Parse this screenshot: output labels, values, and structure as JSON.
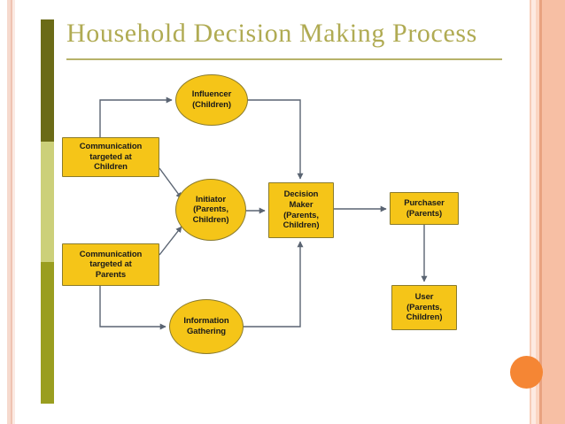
{
  "slide": {
    "title": "Household Decision Making Process",
    "background_color": "#ffffff"
  },
  "theme": {
    "accent_bar_top_color": "#6b6b17",
    "accent_bar_mid_color": "#ccd07a",
    "accent_bar_bottom_color": "#9a9e20",
    "title_color": "#b0ab53",
    "title_rule_color": "#b7b26a",
    "node_fill_color": "#f5c518",
    "node_border_color": "#8a7b2d",
    "connector_color": "#5a6472",
    "orange_dot_color": "#f58634",
    "right_stripe_color": "#f7bfa4"
  },
  "diagram": {
    "nodes": [
      {
        "id": "influencer",
        "shape": "ellipse",
        "label": "Influencer\n(Children)"
      },
      {
        "id": "comm-children",
        "shape": "rect",
        "label": "Communication\ntargeted at\nChildren"
      },
      {
        "id": "initiator",
        "shape": "ellipse",
        "label": "Initiator\n(Parents,\nChildren)"
      },
      {
        "id": "comm-parents",
        "shape": "rect",
        "label": "Communication\ntargeted at\nParents"
      },
      {
        "id": "decision-maker",
        "shape": "rect",
        "label": "Decision\nMaker\n(Parents,\nChildren)"
      },
      {
        "id": "purchaser",
        "shape": "rect",
        "label": "Purchaser\n(Parents)"
      },
      {
        "id": "user",
        "shape": "rect",
        "label": "User\n(Parents,\nChildren)"
      },
      {
        "id": "info-gathering",
        "shape": "ellipse",
        "label": "Information\nGathering"
      }
    ],
    "edges": [
      {
        "from": "comm-children",
        "to": "influencer"
      },
      {
        "from": "influencer",
        "to": "decision-maker"
      },
      {
        "from": "comm-children",
        "to": "initiator"
      },
      {
        "from": "comm-parents",
        "to": "initiator"
      },
      {
        "from": "initiator",
        "to": "decision-maker"
      },
      {
        "from": "comm-parents",
        "to": "info-gathering"
      },
      {
        "from": "info-gathering",
        "to": "decision-maker"
      },
      {
        "from": "decision-maker",
        "to": "purchaser"
      },
      {
        "from": "purchaser",
        "to": "user"
      }
    ]
  },
  "labels": {
    "influencer": "Influencer\n(Children)",
    "comm_children": "Communication\ntargeted at\nChildren",
    "initiator": "Initiator\n(Parents,\nChildren)",
    "comm_parents": "Communication\ntargeted at\nParents",
    "decision_maker": "Decision\nMaker\n(Parents,\nChildren)",
    "purchaser": "Purchaser\n(Parents)",
    "user": "User\n(Parents,\nChildren)",
    "info_gathering": "Information\nGathering"
  }
}
